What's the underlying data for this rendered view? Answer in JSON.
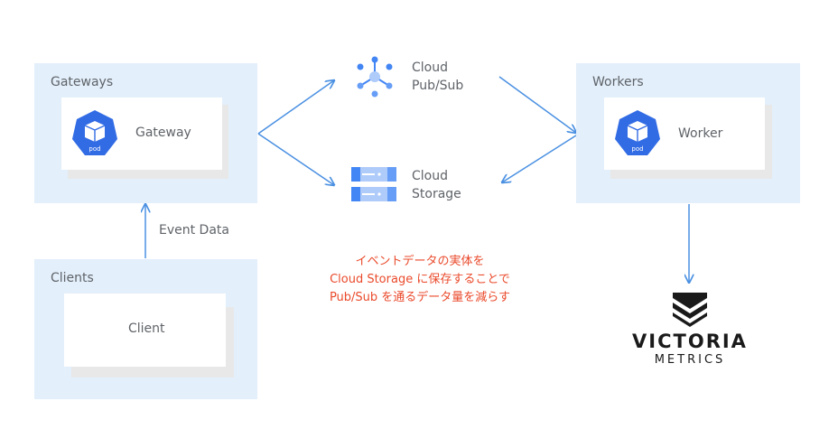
{
  "groups": {
    "gateways": {
      "label": "Gateways",
      "card": "Gateway",
      "icon_text": "pod"
    },
    "workers": {
      "label": "Workers",
      "card": "Worker",
      "icon_text": "pod"
    },
    "clients": {
      "label": "Clients",
      "card": "Client"
    }
  },
  "edges": {
    "event_label": "Event Data"
  },
  "services": {
    "pubsub": {
      "line1": "Cloud",
      "line2": "Pub/Sub"
    },
    "storage": {
      "line1": "Cloud",
      "line2": "Storage"
    }
  },
  "note": {
    "lines": [
      "イベントデータの実体を",
      "Cloud Storage に保存することで",
      "Pub/Sub を通るデータ量を減らす"
    ]
  },
  "logo": {
    "line1": "VICTORIA",
    "line2": "METRICS"
  },
  "colors": {
    "group_bg": "#e3effb",
    "arrow": "#4a90e2",
    "pod_blue": "#326ce5",
    "gcp_blue": "#4285f4",
    "note_red": "#ea4a2b"
  }
}
